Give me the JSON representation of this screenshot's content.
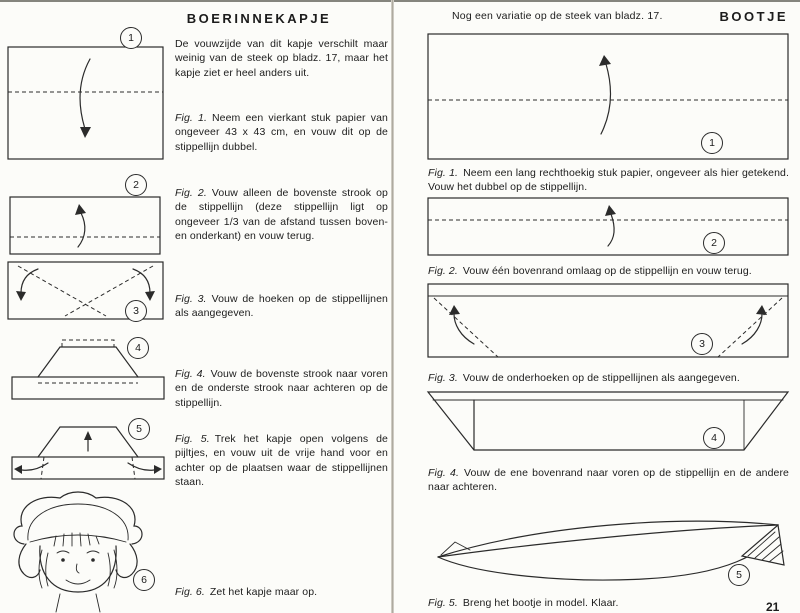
{
  "left": {
    "title": "BOERINNEKAPJE",
    "intro": "De vouwzijde van dit kapje verschilt maar weinig van de steek op bladz. 17, maar het kapje ziet er heel anders uit.",
    "figures": [
      {
        "num": "1",
        "label": "Fig. 1.",
        "caption": "Neem een vierkant stuk papier van ongeveer 43 x 43 cm, en vouw dit op de stippellijn dubbel."
      },
      {
        "num": "2",
        "label": "Fig. 2.",
        "caption": "Vouw alleen de bovenste strook op de stippellijn (deze stippellijn ligt op ongeveer 1/3 van de afstand tussen boven- en onderkant) en vouw terug."
      },
      {
        "num": "3",
        "label": "Fig. 3.",
        "caption": "Vouw de hoeken op de stippellijnen als aangegeven."
      },
      {
        "num": "4",
        "label": "Fig. 4.",
        "caption": "Vouw de bovenste strook naar voren en de onderste strook naar achteren op de stippellijn."
      },
      {
        "num": "5",
        "label": "Fig. 5.",
        "caption": "Trek het kapje open volgens de pijltjes, en vouw uit de vrije hand voor en achter op de plaatsen waar de stippellijnen staan."
      },
      {
        "num": "6",
        "label": "Fig. 6.",
        "caption": "Zet het kapje maar op."
      }
    ]
  },
  "right": {
    "header_note": "Nog een variatie op de steek van bladz. 17.",
    "title": "BOOTJE",
    "figures": [
      {
        "num": "1",
        "label": "Fig. 1.",
        "caption": "Neem een lang rechthoekig stuk papier, ongeveer als hier getekend. Vouw het dubbel op de stippellijn."
      },
      {
        "num": "2",
        "label": "Fig. 2.",
        "caption": "Vouw één bovenrand omlaag op de stippellijn en vouw terug."
      },
      {
        "num": "3",
        "label": "Fig. 3.",
        "caption": "Vouw de onderhoeken op de stippellijnen als aangegeven."
      },
      {
        "num": "4",
        "label": "Fig. 4.",
        "caption": "Vouw de ene bovenrand naar voren op de stippellijn en de andere naar achteren."
      },
      {
        "num": "5",
        "label": "Fig. 5.",
        "caption": "Breng het bootje in model. Klaar."
      }
    ],
    "page_number": "21"
  }
}
